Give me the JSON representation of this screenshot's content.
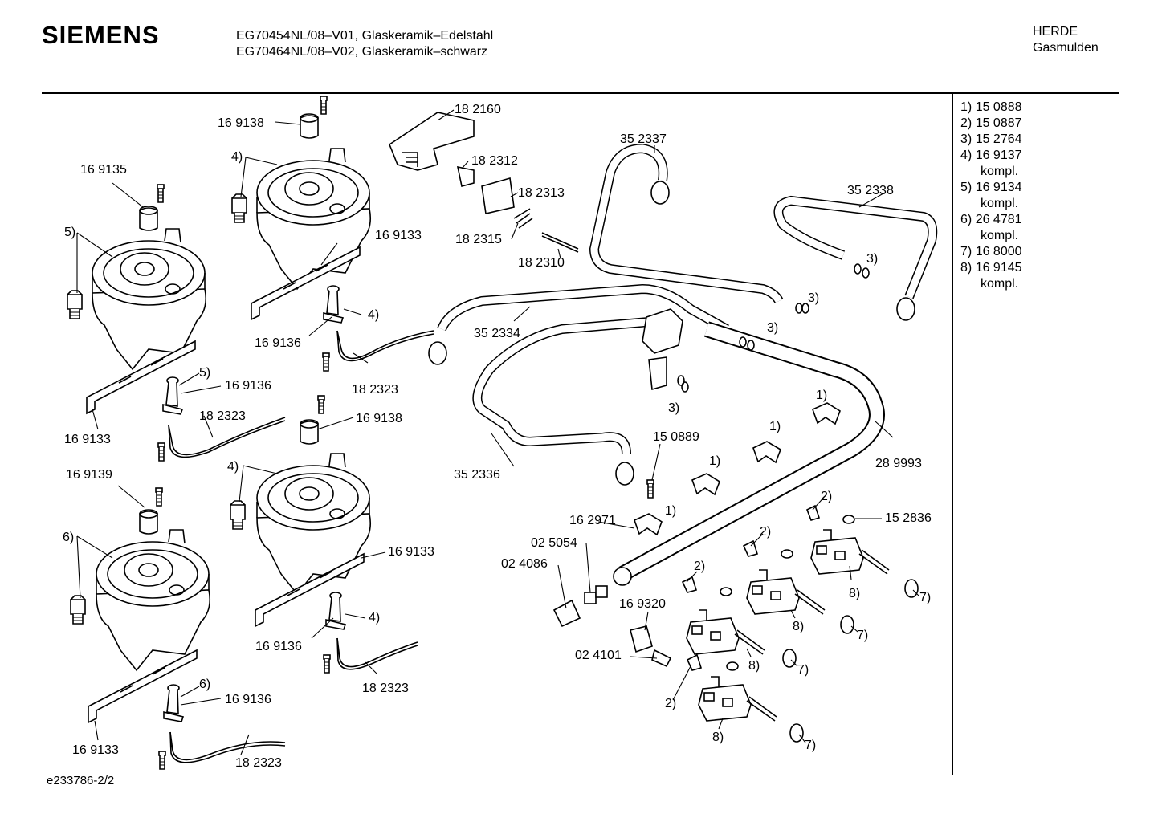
{
  "header": {
    "brand": "SIEMENS",
    "model_line_1": "EG70454NL/08–V01, Glaskeramik–Edelstahl",
    "model_line_2": "EG70464NL/08–V02, Glaskeramik–schwarz",
    "category_line_1": "HERDE",
    "category_line_2": "Gasmulden"
  },
  "legend": [
    {
      "ref": "1)",
      "part": "15 0888"
    },
    {
      "ref": "2)",
      "part": "15 0887"
    },
    {
      "ref": "3)",
      "part": "15 2764"
    },
    {
      "ref": "4)",
      "part": "16 9137",
      "note": "kompl."
    },
    {
      "ref": "5)",
      "part": "16 9134",
      "note": "kompl."
    },
    {
      "ref": "6)",
      "part": "26 4781",
      "note": "kompl."
    },
    {
      "ref": "7)",
      "part": "16 8000"
    },
    {
      "ref": "8)",
      "part": "16 9145",
      "note": "kompl."
    }
  ],
  "footer": {
    "drawing_id": "e233786-2/2"
  },
  "callouts": [
    {
      "id": "c1",
      "text": "16 9138"
    },
    {
      "id": "c2",
      "text": "4)"
    },
    {
      "id": "c3",
      "text": "16 9135"
    },
    {
      "id": "c4",
      "text": "5)"
    },
    {
      "id": "c5",
      "text": "16 9133"
    },
    {
      "id": "c6",
      "text": "16 9136"
    },
    {
      "id": "c7",
      "text": "4)"
    },
    {
      "id": "c8",
      "text": "18 2323"
    },
    {
      "id": "c9",
      "text": "5)"
    },
    {
      "id": "c10",
      "text": "16 9136"
    },
    {
      "id": "c11",
      "text": "18 2323"
    },
    {
      "id": "c12",
      "text": "16 9133"
    },
    {
      "id": "c13",
      "text": "16 9138"
    },
    {
      "id": "c14",
      "text": "4)"
    },
    {
      "id": "c15",
      "text": "16 9139"
    },
    {
      "id": "c16",
      "text": "6)"
    },
    {
      "id": "c17",
      "text": "16 9133"
    },
    {
      "id": "c18",
      "text": "4)"
    },
    {
      "id": "c19",
      "text": "16 9136"
    },
    {
      "id": "c20",
      "text": "18 2323"
    },
    {
      "id": "c21",
      "text": "6)"
    },
    {
      "id": "c22",
      "text": "16 9136"
    },
    {
      "id": "c23",
      "text": "16 9133"
    },
    {
      "id": "c24",
      "text": "18 2323"
    },
    {
      "id": "c25",
      "text": "18 2160"
    },
    {
      "id": "c26",
      "text": "18 2312"
    },
    {
      "id": "c27",
      "text": "18 2313"
    },
    {
      "id": "c28",
      "text": "18 2315"
    },
    {
      "id": "c29",
      "text": "18 2310"
    },
    {
      "id": "c30",
      "text": "35 2337"
    },
    {
      "id": "c31",
      "text": "35 2338"
    },
    {
      "id": "c32",
      "text": "3)"
    },
    {
      "id": "c33",
      "text": "3)"
    },
    {
      "id": "c34",
      "text": "3)"
    },
    {
      "id": "c35",
      "text": "3)"
    },
    {
      "id": "c36",
      "text": "35 2334"
    },
    {
      "id": "c37",
      "text": "1)"
    },
    {
      "id": "c38",
      "text": "1)"
    },
    {
      "id": "c39",
      "text": "1)"
    },
    {
      "id": "c40",
      "text": "1)"
    },
    {
      "id": "c41",
      "text": "28 9993"
    },
    {
      "id": "c42",
      "text": "15 0889"
    },
    {
      "id": "c43",
      "text": "35 2336"
    },
    {
      "id": "c44",
      "text": "16 2971"
    },
    {
      "id": "c45",
      "text": "02 5054"
    },
    {
      "id": "c46",
      "text": "02 4086"
    },
    {
      "id": "c47",
      "text": "16 9320"
    },
    {
      "id": "c48",
      "text": "02 4101"
    },
    {
      "id": "c49",
      "text": "2)"
    },
    {
      "id": "c50",
      "text": "15 2836"
    },
    {
      "id": "c51",
      "text": "2)"
    },
    {
      "id": "c52",
      "text": "2)"
    },
    {
      "id": "c53",
      "text": "2)"
    },
    {
      "id": "c54",
      "text": "8)"
    },
    {
      "id": "c55",
      "text": "7)"
    },
    {
      "id": "c56",
      "text": "8)"
    },
    {
      "id": "c57",
      "text": "7)"
    },
    {
      "id": "c58",
      "text": "8)"
    },
    {
      "id": "c59",
      "text": "7)"
    },
    {
      "id": "c60",
      "text": "8)"
    },
    {
      "id": "c61",
      "text": "7)"
    }
  ]
}
